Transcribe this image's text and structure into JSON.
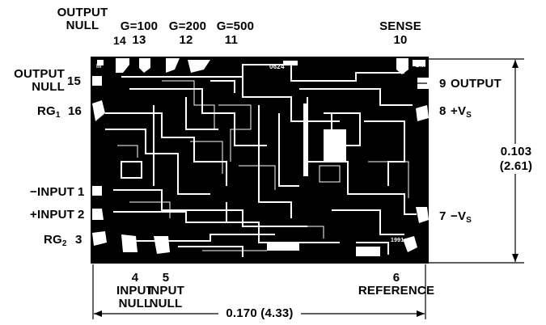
{
  "pins": {
    "p1": {
      "name": "−INPUT",
      "num": "1"
    },
    "p2": {
      "name": "+INPUT",
      "num": "2"
    },
    "p3": {
      "name": "RG",
      "sub": "2",
      "num": "3"
    },
    "p4": {
      "num": "4",
      "line1": "INPUT",
      "line2": "NULL"
    },
    "p5": {
      "num": "5",
      "line1": "INPUT",
      "line2": "NULL"
    },
    "p6": {
      "num": "6",
      "name": "REFERENCE"
    },
    "p7": {
      "num": "7",
      "name": "−V",
      "sub": "S"
    },
    "p8": {
      "num": "8",
      "name": "+V",
      "sub": "S"
    },
    "p9": {
      "num": "9",
      "name": "OUTPUT"
    },
    "p10": {
      "name": "SENSE",
      "num": "10"
    },
    "p11": {
      "name": "G=500",
      "num": "11"
    },
    "p12": {
      "name": "G=200",
      "num": "12"
    },
    "p13": {
      "name": "G=100",
      "num": "13"
    },
    "p14": {
      "line1": "OUTPUT",
      "line2": "NULL",
      "num": "14"
    },
    "p15": {
      "line1": "OUTPUT",
      "line2": "NULL",
      "num": "15"
    },
    "p16": {
      "name": "RG",
      "sub": "1",
      "num": "16"
    }
  },
  "dimensions": {
    "height": "0.103",
    "height_mm": "(2.61)",
    "width": "0.170 (4.33)"
  },
  "die_marks": {
    "part": "0624",
    "corner_right": "GM",
    "year": "1991",
    "corner_left": "III"
  },
  "colors": {
    "ink": "#000000",
    "metal": "#ffffff",
    "die": "#000000"
  }
}
